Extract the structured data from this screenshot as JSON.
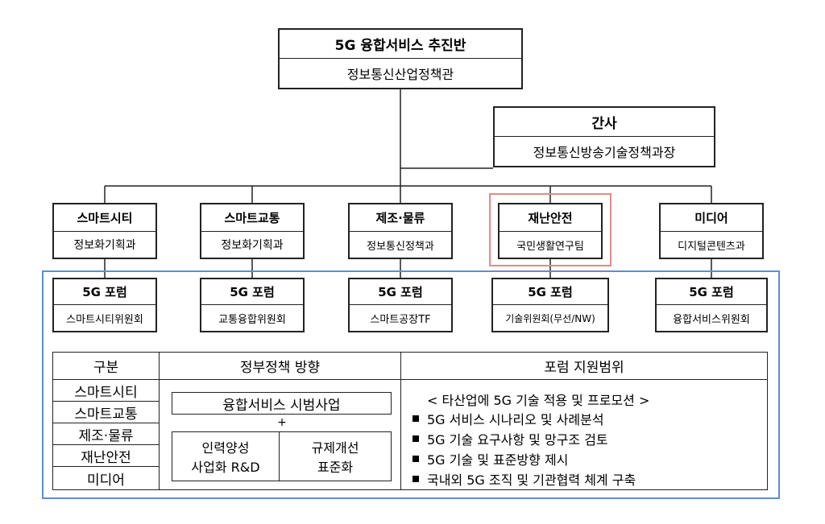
{
  "top": {
    "title": "5G 융합서비스 추진반",
    "sub": "정보통신산업정책관"
  },
  "secretary": {
    "title": "간사",
    "sub": "정보통신방송기술정책과장"
  },
  "divisions": [
    {
      "title": "스마트시티",
      "sub": "정보화기획과"
    },
    {
      "title": "스마트교통",
      "sub": "정보화기획과"
    },
    {
      "title": "제조·물류",
      "sub": "정보통신정책과"
    },
    {
      "title": "재난안전",
      "sub": "국민생활연구팀"
    },
    {
      "title": "미디어",
      "sub": "디지털콘텐츠과"
    }
  ],
  "forums": [
    {
      "title": "5G 포럼",
      "sub": "스마트시티위원회"
    },
    {
      "title": "5G 포럼",
      "sub": "교통융합위원회"
    },
    {
      "title": "5G 포럼",
      "sub": "스마트공장TF"
    },
    {
      "title": "5G 포럼",
      "sub": "기술위원회(무선/NW)"
    },
    {
      "title": "5G 포럼",
      "sub": "융합서비스위원회"
    }
  ],
  "summary": {
    "headers": [
      "구분",
      "정부정책 방향",
      "포럼 지원범위"
    ],
    "categories": [
      "스마트시티",
      "스마트교통",
      "제조·물류",
      "재난안전",
      "미디어"
    ],
    "policy": {
      "pilot": "융합서비스 시범사업",
      "plus": "+",
      "left_line1": "인력양성",
      "left_line2": "사업화 R&D",
      "right_line1": "규제개선",
      "right_line2": "표준화"
    },
    "support_intro": "< 타산업에 5G 기술 적용 및 프로모션 >",
    "support_items": [
      "5G 서비스 시나리오 및 사례분석",
      "5G 기술 요구사항 및 망구조 검토",
      "5G 기술 및 표준방향 제시",
      "국내외 5G 조직 및 기관협력 체계 구축"
    ]
  },
  "colors": {
    "highlight": "#e38b86",
    "group_border": "#5b8fd6",
    "line": "#222222"
  }
}
